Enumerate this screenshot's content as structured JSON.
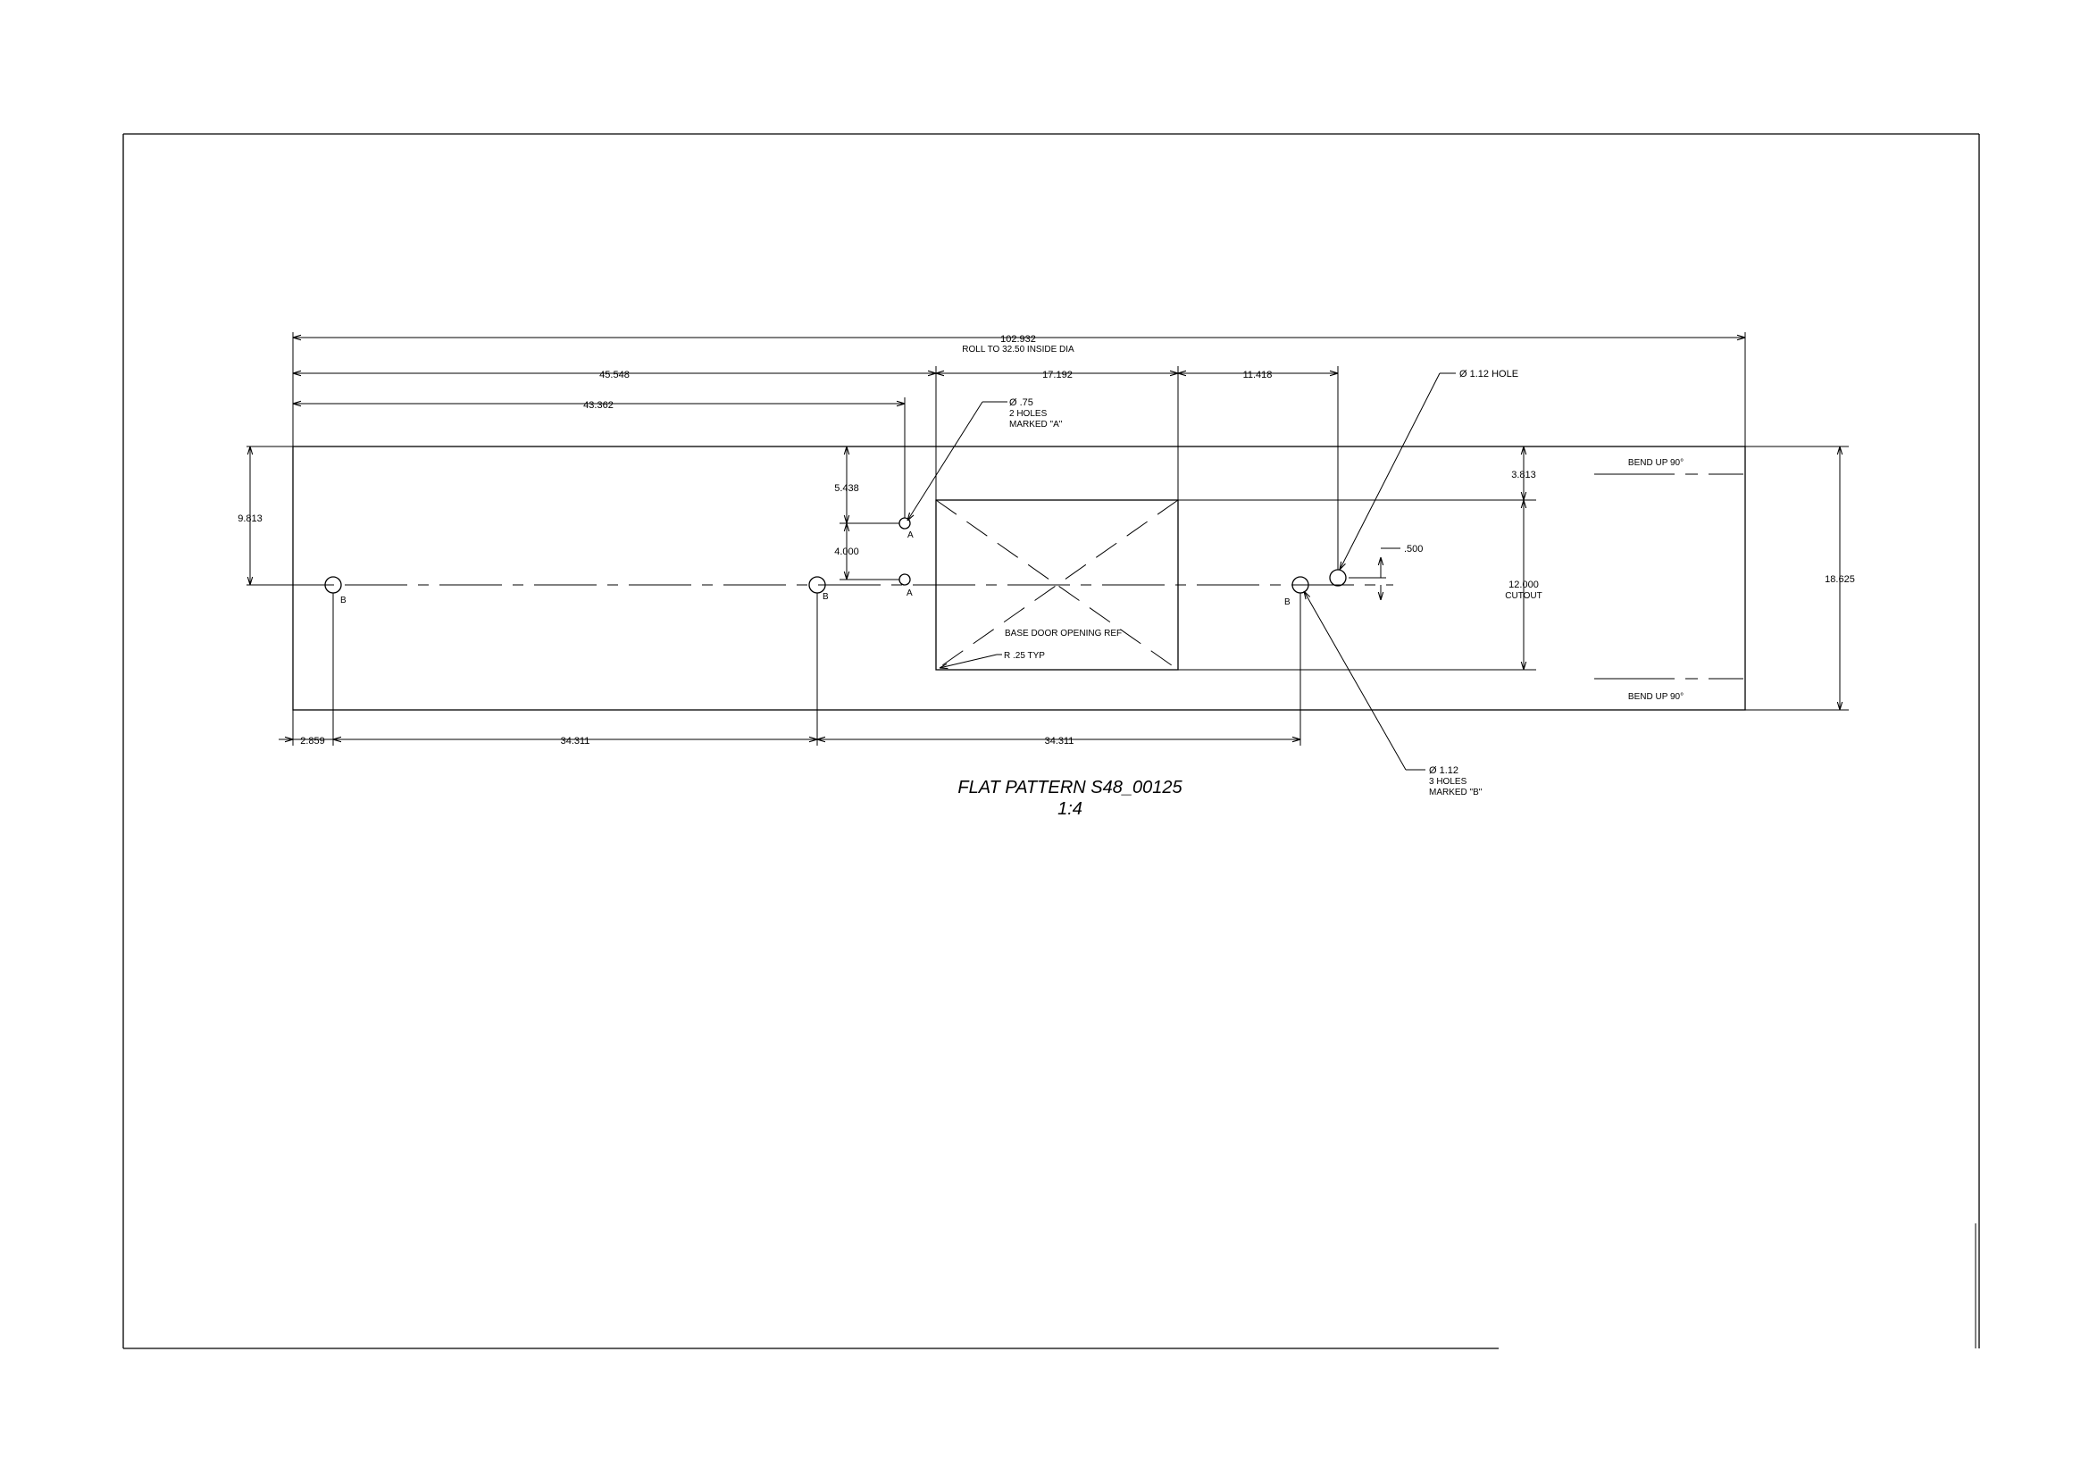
{
  "title": {
    "name": "FLAT PATTERN S48_00125",
    "scale": "1:4"
  },
  "dimensions": {
    "overall_length": "102.932",
    "roll_note": "ROLL TO 32.50 INSIDE DIA",
    "to_door_left": "45.548",
    "to_hole_a": "43.362",
    "door_width": "17.192",
    "door_to_hole": "11.418",
    "hole_a_top": "5.438",
    "hole_a_spacing": "4.000",
    "edge_to_centerline": "9.813",
    "top_flange": "3.813",
    "cutout_height": "12.000",
    "cutout_label": "CUTOUT",
    "overall_height": "18.625",
    "hole_offset": ".500",
    "left_edge_to_b": "2.859",
    "b_spacing_1": "34.311",
    "b_spacing_2": "34.311"
  },
  "callouts": {
    "hole_a_size": "Ø .75",
    "hole_a_count": "2 HOLES",
    "hole_a_mark": "MARKED \"A\"",
    "single_hole": "Ø 1.12 HOLE",
    "hole_b_size": "Ø 1.12",
    "hole_b_count": "3 HOLES",
    "hole_b_mark": "MARKED \"B\"",
    "corner_radius": "R .25 TYP",
    "door_ref": "BASE DOOR OPENING REF",
    "bend_top": "BEND UP 90°",
    "bend_bottom": "BEND UP 90°"
  },
  "hole_labels": {
    "b1": "B",
    "b2": "B",
    "b3": "B",
    "a_top": "A",
    "a_bottom": "A"
  }
}
